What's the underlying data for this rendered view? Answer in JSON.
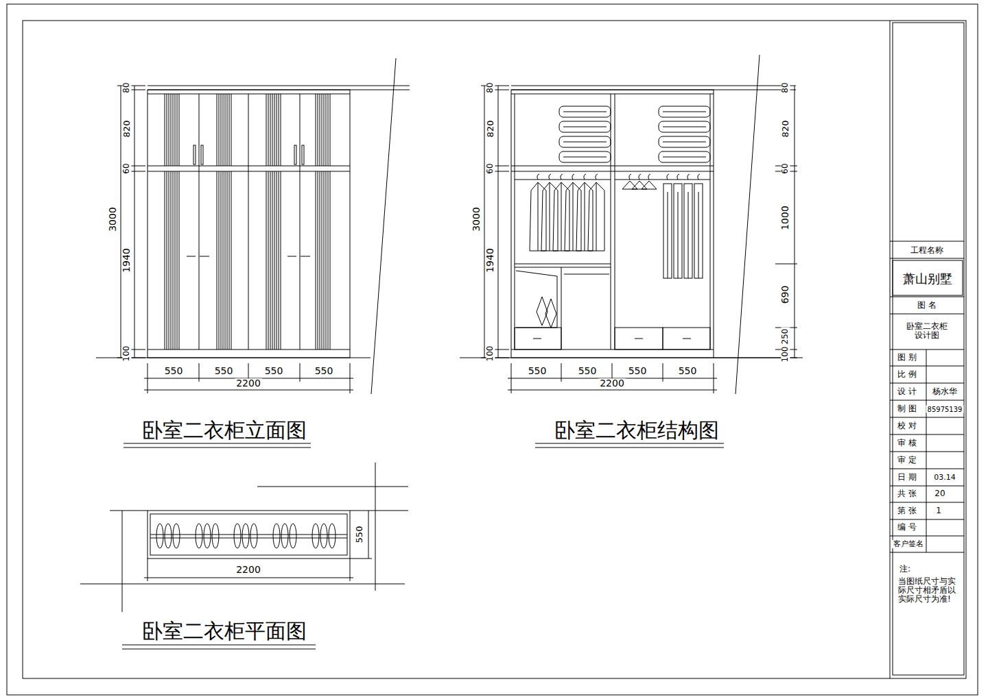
{
  "diagram": {
    "labels": [
      "80",
      "820",
      "60",
      "3000",
      "1940",
      "100",
      "550",
      "550",
      "550",
      "550",
      "2200",
      "卧室二衣柜立面图",
      "80",
      "820",
      "60",
      "3000",
      "1940",
      "100",
      "550",
      "550",
      "550",
      "550",
      "2200",
      "80",
      "820",
      "60",
      "1000",
      "690",
      "250",
      "100",
      "卧室二衣柜结构图",
      "550",
      "2200",
      "卧室二衣柜平面图",
      "工程名称",
      "萧山别墅",
      "图 名",
      "卧室二衣柜 设计图",
      "图 别",
      "比 例",
      "设 计",
      "杨水华",
      "制 图",
      "85975139",
      "校 对",
      "审 核",
      "审 定",
      "日 期",
      "03.14",
      "共 张",
      "20",
      "第 张",
      "1",
      "编 号",
      "客户签名",
      "注:",
      "当图纸尺寸与实际尺寸相矛盾以实际尺寸为准!"
    ]
  }
}
